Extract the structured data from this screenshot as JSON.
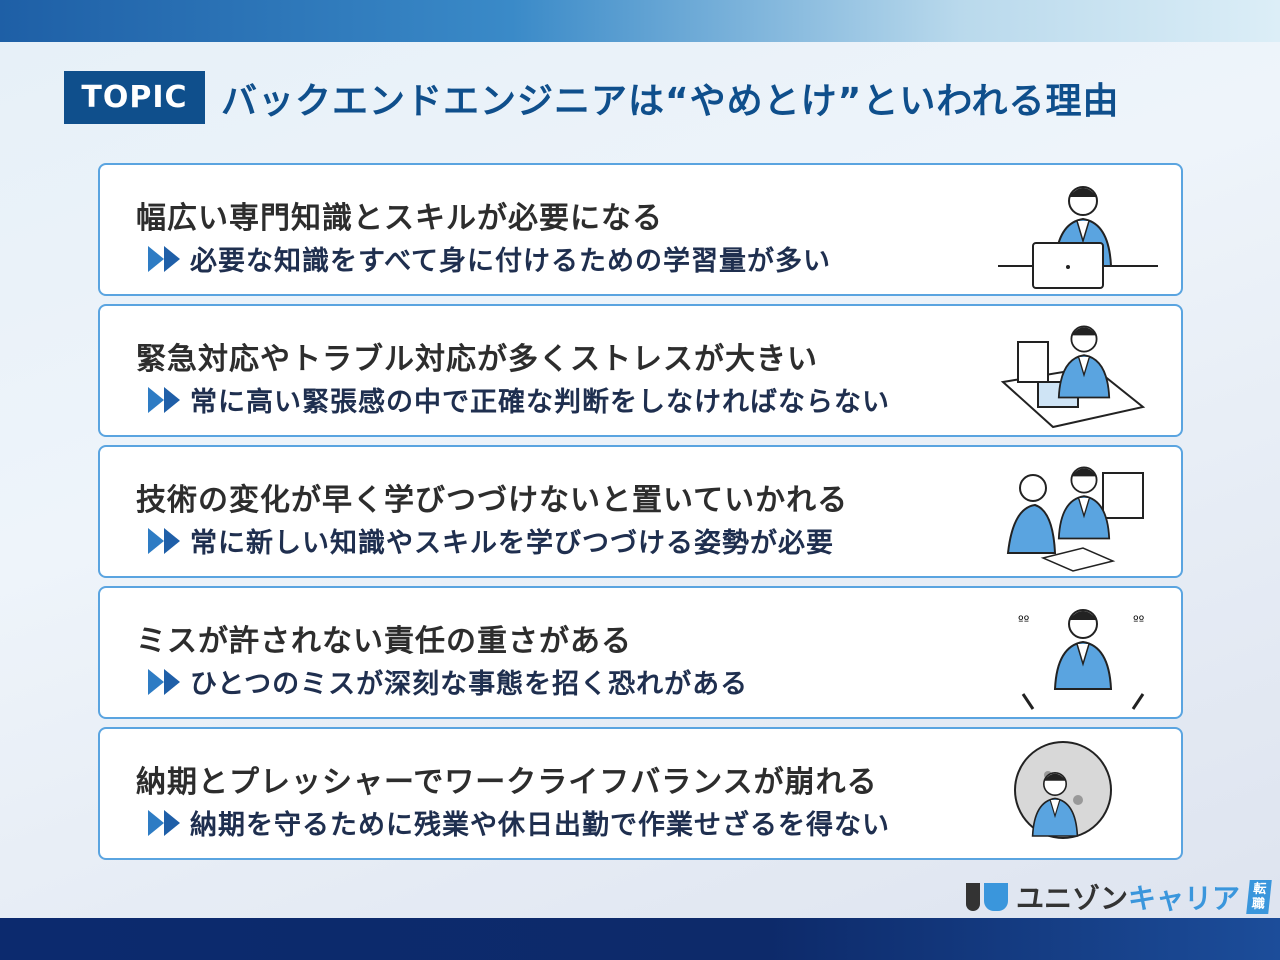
{
  "header": {
    "badge": "TOPIC",
    "title": "バックエンドエンジニアは“やめとけ”といわれる理由"
  },
  "items": [
    {
      "title": "幅広い専門知識とスキルが必要になる",
      "sub": "必要な知識をすべて身に付けるための学習量が多い"
    },
    {
      "title": "緊急対応やトラブル対応が多くストレスが大きい",
      "sub": "常に高い緊張感の中で正確な判断をしなければならない"
    },
    {
      "title": "技術の変化が早く学びつづけないと置いていかれる",
      "sub": "常に新しい知識やスキルを学びつづける姿勢が必要"
    },
    {
      "title": "ミスが許されない責任の重さがある",
      "sub": "ひとつのミスが深刻な事態を招く恐れがある"
    },
    {
      "title": "納期とプレッシャーでワークライフバランスが崩れる",
      "sub": "納期を守るために残業や休日出勤で作業せざるを得ない"
    }
  ],
  "logo": {
    "part1": "ユニゾン",
    "part2": "キャリア",
    "tag": "転職"
  },
  "colors": {
    "navy": "#0f4f8c",
    "accent": "#3a96dc",
    "border": "#5aa4e0"
  }
}
